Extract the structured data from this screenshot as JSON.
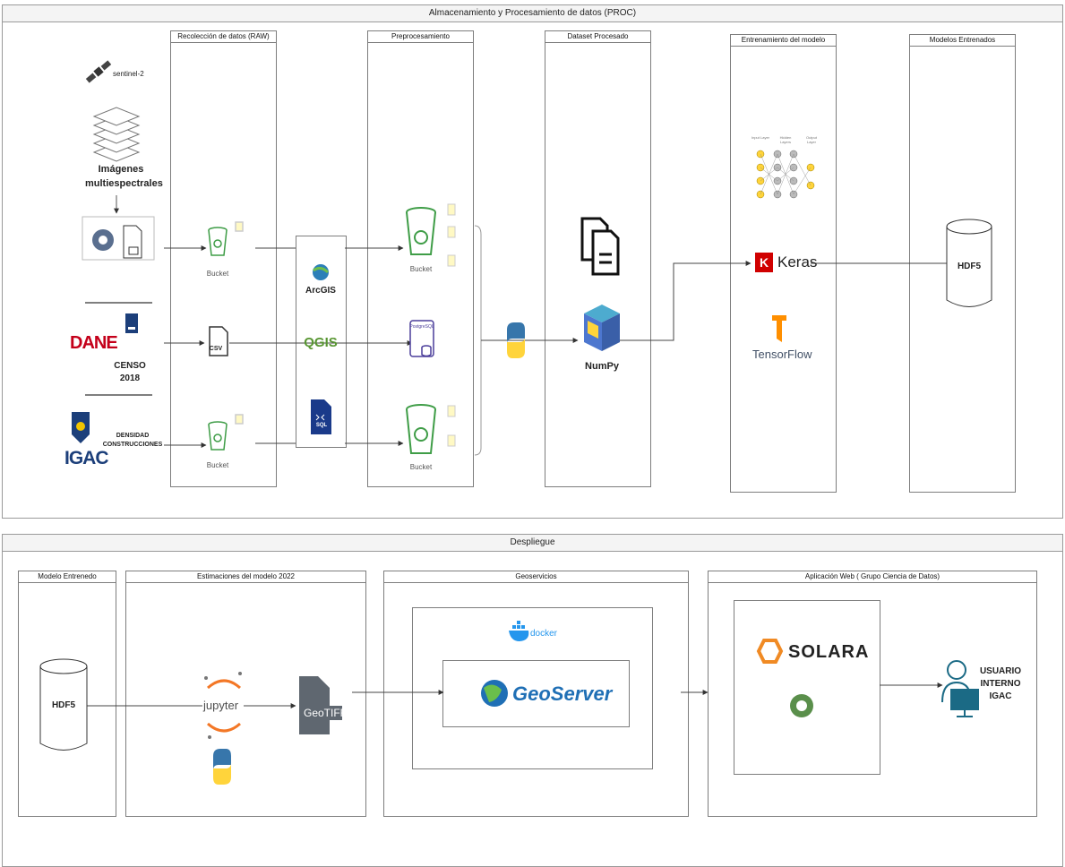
{
  "top_pool": {
    "title": "Almacenamiento y  Procesamiento de datos (PROC)",
    "lanes": {
      "raw": "Recolección de datos (RAW)",
      "pre": "Preprocesamiento",
      "dataset": "Dataset Procesado",
      "train": "Entrenamiento del modelo",
      "models": "Modelos Entrenados"
    }
  },
  "bottom_pool": {
    "title": "Despliegue",
    "lanes": {
      "model": "Modelo Entrenedo",
      "estimates": "Estimaciones del modelo 2022",
      "geo": "Geoservicios",
      "webapp": "Aplicación Web ( Grupo Ciencia de Datos)"
    }
  },
  "sources": {
    "sentinel": "sentinel-2",
    "imagery": [
      "Imágenes",
      "multiespectrales"
    ],
    "dane_logo": "DANE",
    "censo": [
      "CENSO",
      "2018"
    ],
    "igac_logo": "IGAC",
    "densidad": [
      "DENSIDAD",
      "CONSTRUCCIONES"
    ]
  },
  "raw_items": {
    "bucket1": "Bucket",
    "csv": "CSV",
    "bucket2": "Bucket"
  },
  "tools": {
    "arcgis": "ArcGIS",
    "qgis": "QGIS",
    "sql": "SQL"
  },
  "pre_items": {
    "bucket1": "Bucket",
    "postgres": "PostgreSQL",
    "bucket2": "Bucket"
  },
  "dataset": {
    "numpy": "NumPy"
  },
  "training": {
    "nn_layers": [
      "Input Layer",
      "Hidden Layers",
      "Output Layer"
    ],
    "keras_k": "K",
    "keras": "Keras",
    "tensorflow": "TensorFlow"
  },
  "models": {
    "hdf5": "HDF5"
  },
  "deploy": {
    "hdf5": "HDF5",
    "jupyter": "jupyter",
    "geotiff": "GeoTIFF",
    "docker": "docker",
    "geoserver": "GeoServer",
    "solara": "SOLARA",
    "user": [
      "USUARIO",
      "INTERNO",
      "IGAC"
    ]
  },
  "colors": {
    "bucket_green": "#3f9d47",
    "keras_red": "#d00000",
    "tf_orange": "#ff8f00",
    "python_blue": "#3776ab",
    "python_yellow": "#ffd43b",
    "qgis_green": "#589632",
    "geoserver_blue": "#1f6fb5",
    "user_teal": "#1b6a85"
  }
}
